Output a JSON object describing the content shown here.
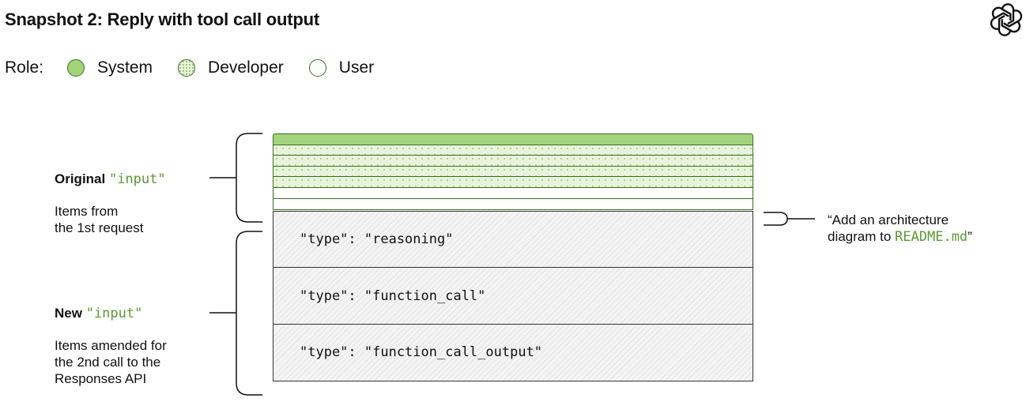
{
  "title": "Snapshot 2: Reply with tool call output",
  "legend": {
    "label": "Role:",
    "items": [
      {
        "name": "System",
        "swatch": "system"
      },
      {
        "name": "Developer",
        "swatch": "developer"
      },
      {
        "name": "User",
        "swatch": "user"
      }
    ]
  },
  "original": {
    "label": "Original",
    "code": "\"input\"",
    "description_line1": "Items from",
    "description_line2": "the 1st request"
  },
  "new_input": {
    "label": "New",
    "code": "\"input\"",
    "description_line1": "Items amended for",
    "description_line2": "the 2nd call to the",
    "description_line3": "Responses API"
  },
  "items": [
    "\"type\": \"reasoning\"",
    "\"type\": \"function_call\"",
    "\"type\": \"function_call_output\""
  ],
  "user_note": {
    "line1": "“Add an architecture",
    "line2_prefix": "diagram to ",
    "line2_code": "README.md",
    "line2_suffix": "”"
  },
  "colors": {
    "system": "#a3d47c",
    "developer": "#e8f3dc",
    "border_green": "#3c6d22",
    "code_green": "#5a9a32"
  },
  "icons": {
    "logo": "openai-logo-icon"
  }
}
